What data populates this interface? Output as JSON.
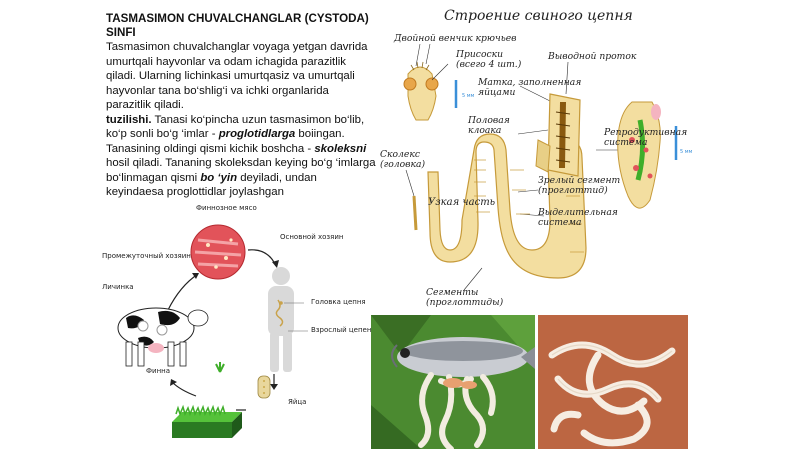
{
  "text": {
    "title": "TASMASIMON CHUVALCHANGLAR (CYSTODA) SINFI",
    "intro": "Tasmasimon chuvalchanglar voyaga yetgan davrida umurtqali hayvonlar va odam ichagida parazitlik qiladi. Ularning lichinkasi umurtqasiz va umurtqali hayvonlar tana bo‘shlig‘i va ichki organlarida parazitlik qiladi.",
    "structure_head": "tuzilishi.",
    "s1": " Tanasi ko‘pincha uzun tasmasimon bo‘lib, ko‘p sonli bo‘g ‘imlar - ",
    "term1": "proglotidlarga",
    "s2": " boiingan. Tanasining oldingi qismi kichik boshcha - ",
    "term2": "skoleksni",
    "s3": " hosil qiladi. Tananing skoleksdan keying bo‘g ‘imlarga bo‘linmagan qismi ",
    "term3": "bo ‘yin",
    "s4": " deyiladi, undan keyindaesa proglottidlar joylashgan"
  },
  "cycle": {
    "infected_meat": "Финнозное мясо",
    "main_host": "Основной хозяин",
    "intermediate_host": "Промежуточный хозяин",
    "larva": "Личинка",
    "scolex_head": "Головка цепня",
    "adult": "Взрослый цепень",
    "finna": "Финна",
    "eggs": "Яйца"
  },
  "anatomy": {
    "title": "Строение свиного цепня",
    "hooks": "Двойной венчик крючьев",
    "suckers": "Присоски\n(всего 4 шт.)",
    "excretory_duct": "Выводной проток",
    "uterus": "Матка, заполненная\nяйцами",
    "cloaca": "Половая\nклоака",
    "reproductive": "Репродуктивная\nсистема",
    "scolex": "Сколекс\n(головка)",
    "mature_segment": "Зрелый сегмент\n(проглоттид)",
    "narrow_part": "Узкая часть",
    "excretory_system": "Выделительная\nсистема",
    "segments": "Сегменты\n(проглоттиды)",
    "scale1": "5 мм",
    "scale2": "5 мм"
  },
  "colors": {
    "worm_fill": "#f3deA0",
    "worm_stroke": "#c69a3a",
    "scale_bar": "#3a8fd8",
    "meat": "#e2535a",
    "grass": "#3fae2a"
  }
}
